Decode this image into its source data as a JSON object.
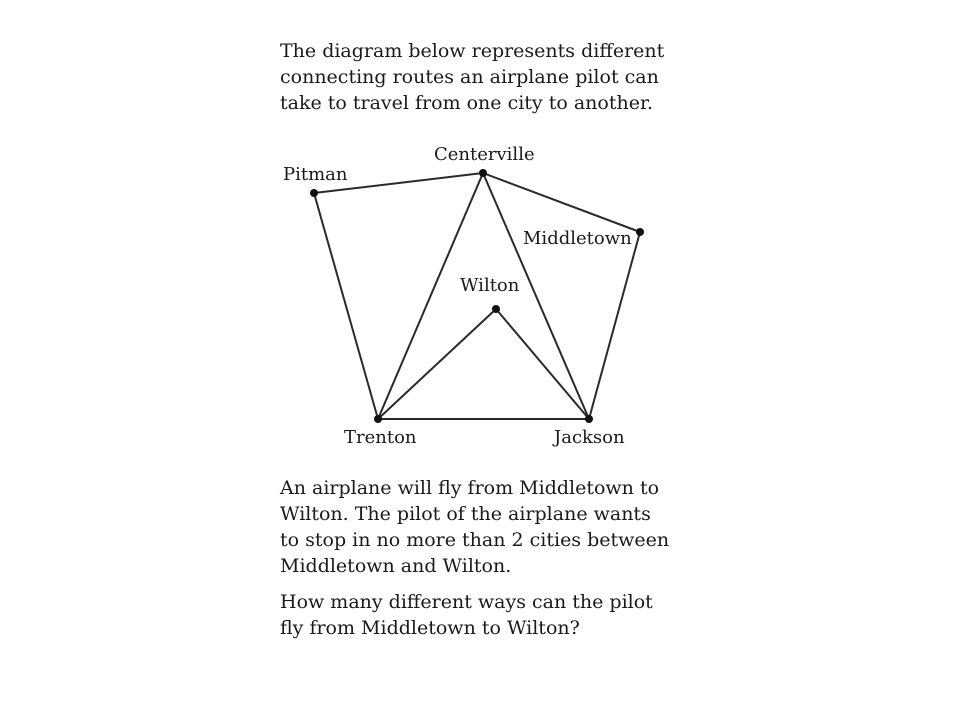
{
  "intro": {
    "lines": [
      "The diagram below represents different",
      "connecting routes an airplane pilot can",
      "take to travel from one city to another."
    ]
  },
  "diagram": {
    "cities": [
      {
        "id": "pitman",
        "name": "Pitman"
      },
      {
        "id": "centerville",
        "name": "Centerville"
      },
      {
        "id": "middletown",
        "name": "Middletown"
      },
      {
        "id": "wilton",
        "name": "Wilton"
      },
      {
        "id": "trenton",
        "name": "Trenton"
      },
      {
        "id": "jackson",
        "name": "Jackson"
      }
    ],
    "routes": [
      [
        "Pitman",
        "Centerville"
      ],
      [
        "Centerville",
        "Middletown"
      ],
      [
        "Pitman",
        "Trenton"
      ],
      [
        "Centerville",
        "Trenton"
      ],
      [
        "Centerville",
        "Jackson"
      ],
      [
        "Middletown",
        "Jackson"
      ],
      [
        "Wilton",
        "Trenton"
      ],
      [
        "Wilton",
        "Jackson"
      ],
      [
        "Trenton",
        "Jackson"
      ]
    ]
  },
  "problem": {
    "lines": [
      "An airplane will fly from Middletown to",
      "Wilton. The pilot of the airplane wants",
      "to stop in no more than 2 cities between",
      "Middletown and Wilton."
    ]
  },
  "question": {
    "lines": [
      "How many different ways can the pilot",
      "fly from Middletown to Wilton?"
    ]
  }
}
